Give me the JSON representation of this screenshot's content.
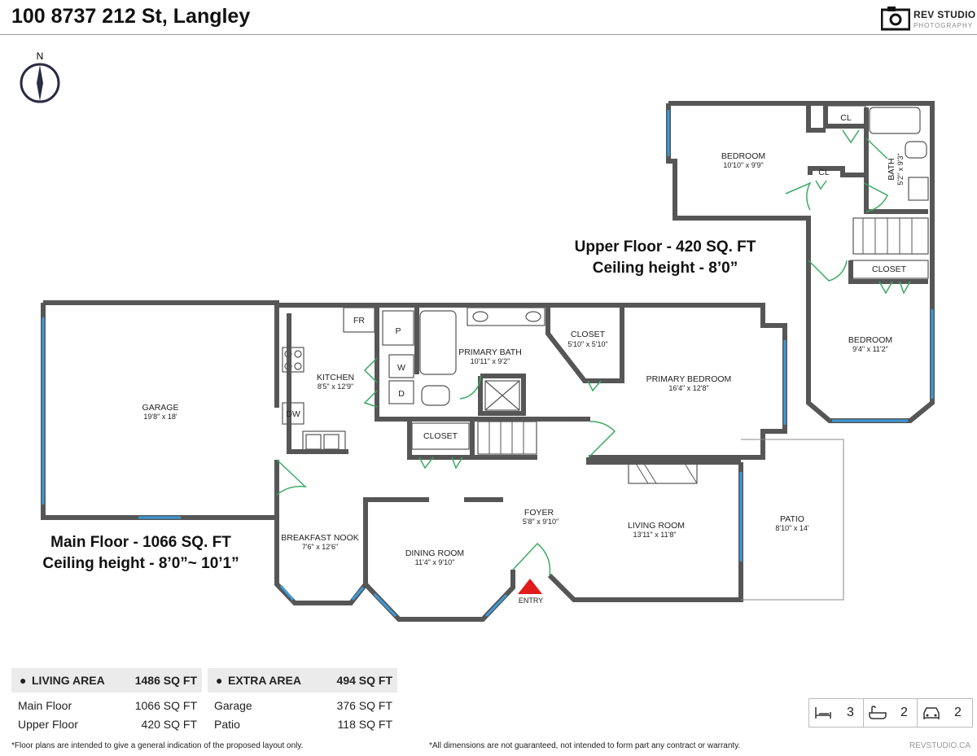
{
  "header": {
    "address": "100 8737 212 St, Langley",
    "logo_name": "REV STUDIO",
    "logo_sub": "PHOTOGRAPHY"
  },
  "compass": {
    "label": "N"
  },
  "rooms": {
    "garage": {
      "name": "GARAGE",
      "dim": "19'8\" x 18'"
    },
    "kitchen": {
      "name": "KITCHEN",
      "dim": "8'5\" x 12'9\""
    },
    "primary_bath": {
      "name": "PRIMARY BATH",
      "dim": "10'11\" x 9'2\""
    },
    "closet_main": {
      "name": "CLOSET",
      "dim": "5'10\" x 5'10\""
    },
    "primary_bedroom": {
      "name": "PRIMARY BEDROOM",
      "dim": "16'4\" x 12'8\""
    },
    "closet_hall": {
      "name": "CLOSET"
    },
    "foyer": {
      "name": "FOYER",
      "dim": "5'8\" x 9'10\""
    },
    "living_room": {
      "name": "LIVING ROOM",
      "dim": "13'11\" x 11'8\""
    },
    "patio": {
      "name": "PATIO",
      "dim": "8'10\" x 14'"
    },
    "breakfast_nook": {
      "name": "BREAKFAST NOOK",
      "dim": "7'6\" x 12'6\""
    },
    "dining_room": {
      "name": "DINING ROOM",
      "dim": "11'4\" x 9'10\""
    },
    "entry": {
      "name": "ENTRY"
    },
    "bedroom_upper1": {
      "name": "BEDROOM",
      "dim": "10'10\" x 9'9\""
    },
    "bath_upper": {
      "name": "BATH",
      "dim": "5'2\" x 9'3\""
    },
    "bedroom_upper2": {
      "name": "BEDROOM",
      "dim": "9'4\" x 11'2\""
    },
    "closet_upper": {
      "name": "CLOSET"
    }
  },
  "fixtures": {
    "fridge": "FR",
    "pantry": "P",
    "washer": "W",
    "dryer": "D",
    "dishwasher": "DW",
    "closet_cl": "CL"
  },
  "floor_labels": {
    "upper_line1": "Upper Floor - 420 SQ. FT",
    "upper_line2": "Ceiling height - 8’0”",
    "main_line1": "Main Floor - 1066 SQ. FT",
    "main_line2": "Ceiling height - 8’0”~ 10’1”"
  },
  "living_area": {
    "title": "LIVING AREA",
    "total": "1486 SQ FT",
    "rows": [
      {
        "label": "Main Floor",
        "value": "1066 SQ FT"
      },
      {
        "label": "Upper Floor",
        "value": "420 SQ FT"
      }
    ]
  },
  "extra_area": {
    "title": "EXTRA AREA",
    "total": "494 SQ FT",
    "rows": [
      {
        "label": "Garage",
        "value": "376 SQ FT"
      },
      {
        "label": "Patio",
        "value": "118 SQ FT"
      }
    ]
  },
  "stats": {
    "bedrooms": "3",
    "bathrooms": "2",
    "parking": "2"
  },
  "footer": {
    "left": "*Floor plans are intended to give a general indication of the proposed layout only.",
    "middle": "*All dimensions are not guaranteed, not intended to form part any contract or warranty.",
    "right": "REVSTUDIO.CA"
  },
  "colors": {
    "wall": "#565656",
    "window": "#3a9ad9",
    "door": "#3aaa60",
    "entry_marker": "#e01b1b"
  }
}
